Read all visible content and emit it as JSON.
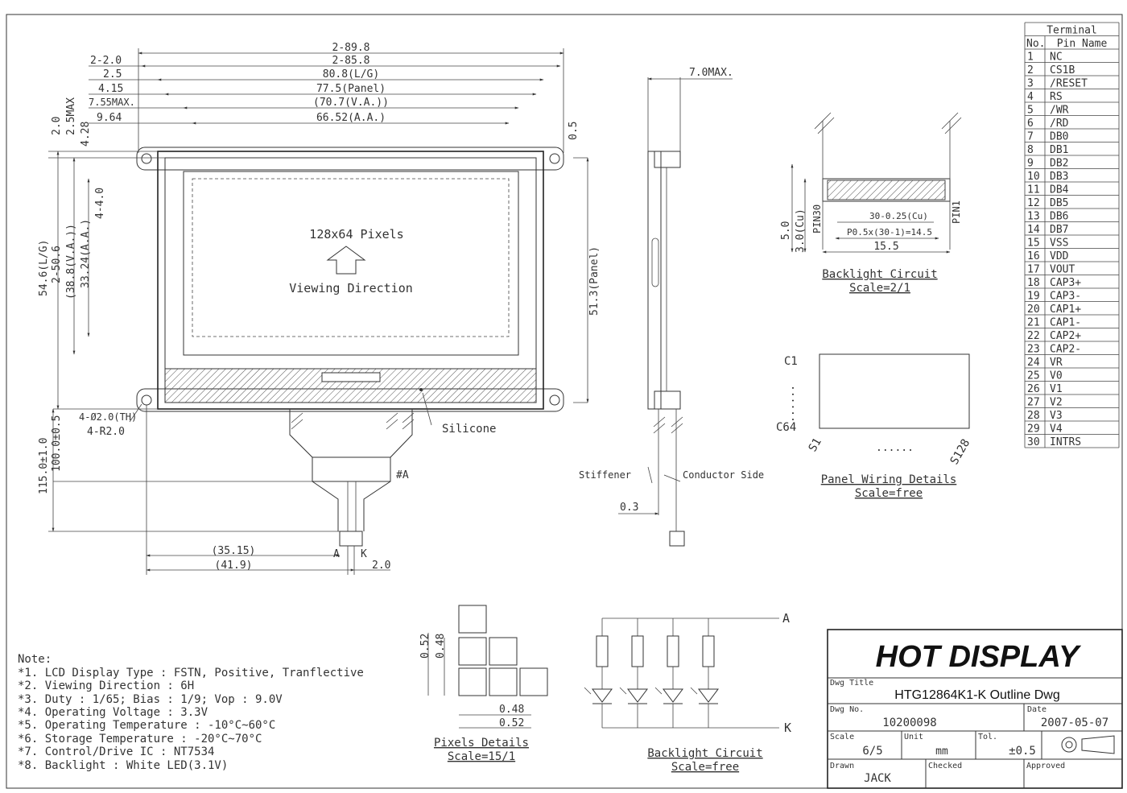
{
  "top_dims": [
    "2-89.8",
    "2-85.8",
    "80.8(L/G)",
    "77.5(Panel)",
    "(70.7(V.A.))",
    "66.52(A.A.)"
  ],
  "left_dims": [
    "2-2.0",
    "2.5",
    "4.15",
    "7.55MAX.",
    "9.64"
  ],
  "vertical_dims": [
    "2.0",
    "2.5MAX",
    "4.28",
    "4-4.0",
    "54.6(L/G)",
    "2-50.6",
    "(38.8(V.A.))",
    "33.24(A.A.)",
    "51.3(Panel)",
    "0.5",
    "115.0±1.0",
    "100.0±0.5"
  ],
  "hole_labels": [
    "4-Ø2.0(TH)",
    "4-R2.0"
  ],
  "panel_text": {
    "pixels": "128x64 Pixels",
    "direction": "Viewing Direction"
  },
  "silicone": "Silicone",
  "ref_a": "#A",
  "anode_cathode": [
    "A",
    "K"
  ],
  "bottom_dims": [
    "(35.15)",
    "(41.9)",
    "2.0"
  ],
  "side_view": {
    "max": "7.0MAX.",
    "stiffener": "Stiffener",
    "conductor": "Conductor Side",
    "thick": "0.3"
  },
  "backlight_fpc": {
    "dims": [
      "5.0",
      "3.0(Cu)",
      "30-0.25(Cu)",
      "P0.5x(30-1)=14.5",
      "15.5"
    ],
    "pins": [
      "PIN30",
      "PIN1"
    ],
    "title": "Backlight Circuit",
    "scale": "Scale=2/1"
  },
  "panel_wiring": {
    "c1": "C1",
    "c64": "C64",
    "s1": "S1",
    "s128": "S128",
    "dots": "......",
    "title": "Panel Wiring Details",
    "scale": "Scale=free"
  },
  "terminal": {
    "title": "Terminal",
    "col_no": "No.",
    "col_name": "Pin Name",
    "rows": [
      [
        "1",
        "NC"
      ],
      [
        "2",
        "CS1B"
      ],
      [
        "3",
        "/RESET"
      ],
      [
        "4",
        "RS"
      ],
      [
        "5",
        "/WR"
      ],
      [
        "6",
        "/RD"
      ],
      [
        "7",
        "DB0"
      ],
      [
        "8",
        "DB1"
      ],
      [
        "9",
        "DB2"
      ],
      [
        "10",
        "DB3"
      ],
      [
        "11",
        "DB4"
      ],
      [
        "12",
        "DB5"
      ],
      [
        "13",
        "DB6"
      ],
      [
        "14",
        "DB7"
      ],
      [
        "15",
        "VSS"
      ],
      [
        "16",
        "VDD"
      ],
      [
        "17",
        "VOUT"
      ],
      [
        "18",
        "CAP3+"
      ],
      [
        "19",
        "CAP3-"
      ],
      [
        "20",
        "CAP1+"
      ],
      [
        "21",
        "CAP1-"
      ],
      [
        "22",
        "CAP2+"
      ],
      [
        "23",
        "CAP2-"
      ],
      [
        "24",
        "VR"
      ],
      [
        "25",
        "V0"
      ],
      [
        "26",
        "V1"
      ],
      [
        "27",
        "V2"
      ],
      [
        "28",
        "V3"
      ],
      [
        "29",
        "V4"
      ],
      [
        "30",
        "INTRS"
      ]
    ]
  },
  "notes": {
    "title": "Note:",
    "items": [
      "*1. LCD Display Type : FSTN, Positive, Tranflective",
      "*2. Viewing Direction : 6H",
      "*3. Duty : 1/65; Bias : 1/9; Vop : 9.0V",
      "*4. Operating Voltage : 3.3V",
      "*5. Operating Temperature : -10°C~60°C",
      "*6. Storage Temperature : -20°C~70°C",
      "*7. Control/Drive IC : NT7534",
      "*8. Backlight : White LED(3.1V)"
    ]
  },
  "pixels_details": {
    "dims": [
      "0.52",
      "0.48",
      "0.48",
      "0.52"
    ],
    "title": "Pixels Details",
    "scale": "Scale=15/1"
  },
  "backlight_circuit": {
    "a": "A",
    "k": "K",
    "title": "Backlight Circuit",
    "scale": "Scale=free"
  },
  "title_block": {
    "company": "HOT DISPLAY",
    "dwg_title_label": "Dwg Title",
    "dwg_title": "HTG12864K1-K Outline Dwg",
    "dwg_no_label": "Dwg No.",
    "dwg_no": "10200098",
    "date_label": "Date",
    "date": "2007-05-07",
    "scale_label": "Scale",
    "scale": "6/5",
    "unit_label": "Unit",
    "unit": "mm",
    "tol_label": "Tol.",
    "tol": "±0.5",
    "drawn_label": "Drawn",
    "drawn": "JACK",
    "checked_label": "Checked",
    "approved_label": "Approved"
  }
}
